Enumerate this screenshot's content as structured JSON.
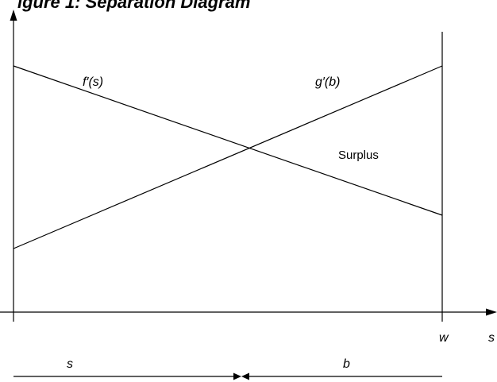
{
  "title": "igure 1: Separation Diagram",
  "curves": {
    "seller_curve_label": "f′(s)",
    "buyer_curve_label": "g′(b)"
  },
  "region_label": "Surplus",
  "axis": {
    "x_end_label": "s",
    "w_label": "w"
  },
  "segments": {
    "seller_label": "s",
    "buyer_label": "b"
  },
  "colors": {
    "ink": "#000000",
    "background": "#ffffff"
  }
}
